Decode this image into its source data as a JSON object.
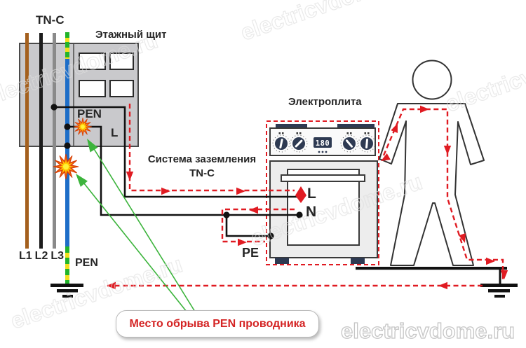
{
  "labels": {
    "system_top": "TN-C",
    "panel_title": "Этажный щит",
    "pen_panel": "PEN",
    "l_panel": "L",
    "grounding_system_line1": "Система заземления",
    "grounding_system_line2": "TN-C",
    "stove_title": "Электроплита",
    "stove_display_value": "180",
    "stove_l": "L",
    "stove_n": "N",
    "stove_pe": "PE",
    "phase_l1": "L1",
    "phase_l2": "L2",
    "phase_l3": "L3",
    "pen_bottom": "PEN",
    "break_callout": "Место обрыва PEN проводника"
  },
  "watermark": {
    "text": "electricvdome.ru"
  },
  "colors": {
    "wire_brown": "#a4601e",
    "wire_black": "#1c1c1c",
    "wire_gray": "#8a8a8a",
    "wire_blue": "#1e6ec8",
    "pen_green": "#22b42a",
    "pen_yellow": "#f2e01e",
    "fault_red": "#e01b22",
    "annotation_green": "#3cb43c",
    "callout_text_red": "#d42424",
    "panel_gray": "#c9c9cc",
    "stove_navy": "#2e3a52",
    "spark_orange": "#f05a10",
    "spark_yellow": "#ffd200"
  }
}
